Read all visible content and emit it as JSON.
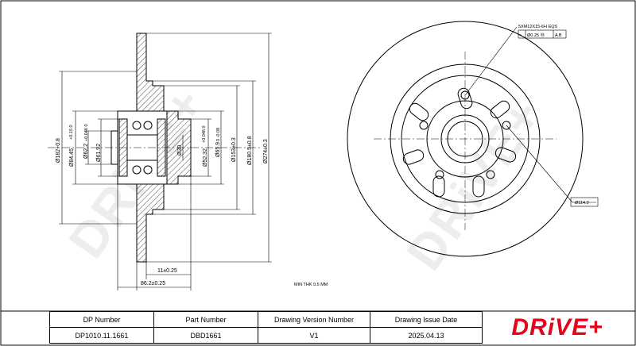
{
  "section": {
    "dims": {
      "d182": "Ø182+0.8",
      "d8445": "Ø84.45",
      "d8445_tol": "+0.15\n0",
      "d6192": "Ø61.92",
      "d622": "Ø62.2",
      "d622_tol": "+0.046\n0",
      "d30": "Ø30",
      "d5232": "Ø52.32",
      "d5232_tol": "+0.046\n0",
      "d659": "Ø65.9",
      "d659_tol": "0\n-0.08",
      "d153": "Ø153±0.3",
      "d1805": "Ø180.5±0.8",
      "d274": "Ø274±0.3",
      "w11": "11±0.25",
      "w862": "86.2±0.25"
    }
  },
  "front": {
    "thread": "5XM12X15-6H EQS",
    "fcf_pos": "⌖",
    "fcf_tol": "Ø0.25 Ⓜ",
    "fcf_ref": "A B",
    "pcd": "Ø114.3"
  },
  "min_thk": "MIN THK 9.5 MM",
  "watermark": "DRiVE+",
  "titleblock": {
    "headers": [
      "DP Number",
      "Part Number",
      "Drawing Version Number",
      "Drawing Issue Date"
    ],
    "values": [
      "DP1010.11.1661",
      "DBD1661",
      "V1",
      "2025.04.13"
    ]
  },
  "logo": "DRiVE+"
}
